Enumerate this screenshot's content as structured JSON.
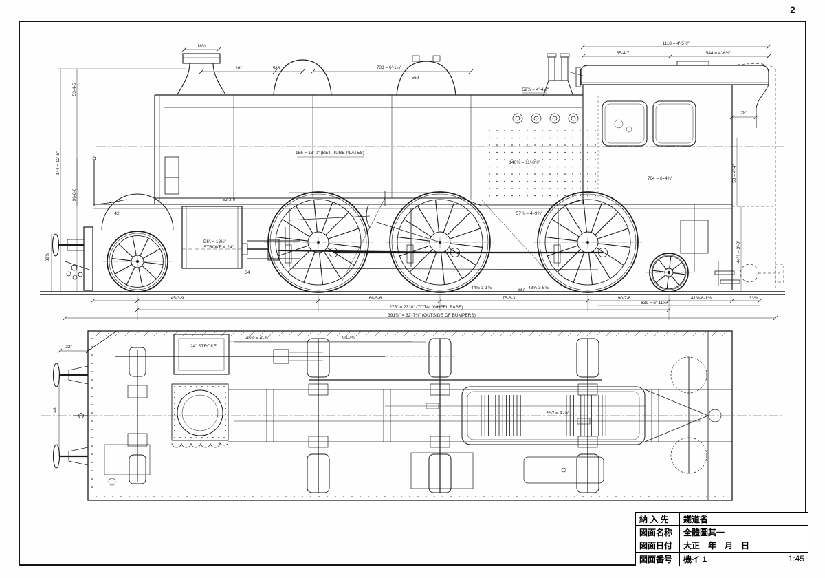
{
  "page": {
    "number": "2"
  },
  "title_block": {
    "rows": [
      {
        "label": "納 入 先",
        "value": "鐵道省"
      },
      {
        "label": "図面名称",
        "value": "全體圖其一"
      },
      {
        "label": "図面日付",
        "value": "大正　年　月　日"
      },
      {
        "label": "図面番号",
        "value": "機イ 1"
      }
    ],
    "scale": "1:45"
  },
  "elevation": {
    "labels": [
      "18¼",
      "26″",
      "583",
      "738 = 6′-1⅛″",
      "569",
      "52¼ = 4′-4½″",
      "1118 = 4′-5⅞″",
      "55-4-7",
      "544 = 4′-6⅜″",
      "28″",
      "156 = 13′-0″ (BET. TUBE PLATES)",
      "140⅝ = 11′-8⅝″",
      "764 = 6′-4⅞″",
      "DIA = 18½″",
      "STROKE = 24″",
      "52-3-0",
      "42",
      "34",
      "57⅞ = 4′-9⅞″",
      "53-4-5",
      "144 = 12′-5″",
      "96-8-0",
      "39⅜",
      "50 = 4′-4″",
      "44¼ = 3′-8″",
      "45-3-9",
      "66-5-6",
      "75-6-3",
      "90-7-6",
      "41⅜-6-1⅜",
      "33⅜",
      "276″ = 23′-0″ (TOTAL WHEEL BASE)",
      "839 = 6′-11⅝″",
      "391⅜″ = 32′-7⅜″ (OUTSIDE OF BUMPERS)",
      "637",
      "44⅝-3-1⅝",
      "43⅝-3-5⅝"
    ]
  },
  "plan": {
    "labels": [
      "22″",
      "48",
      "24″ STROKE",
      "48⅜ = 4′-⅜″",
      "90-7¾",
      "552 = 4′-⅞″"
    ]
  }
}
